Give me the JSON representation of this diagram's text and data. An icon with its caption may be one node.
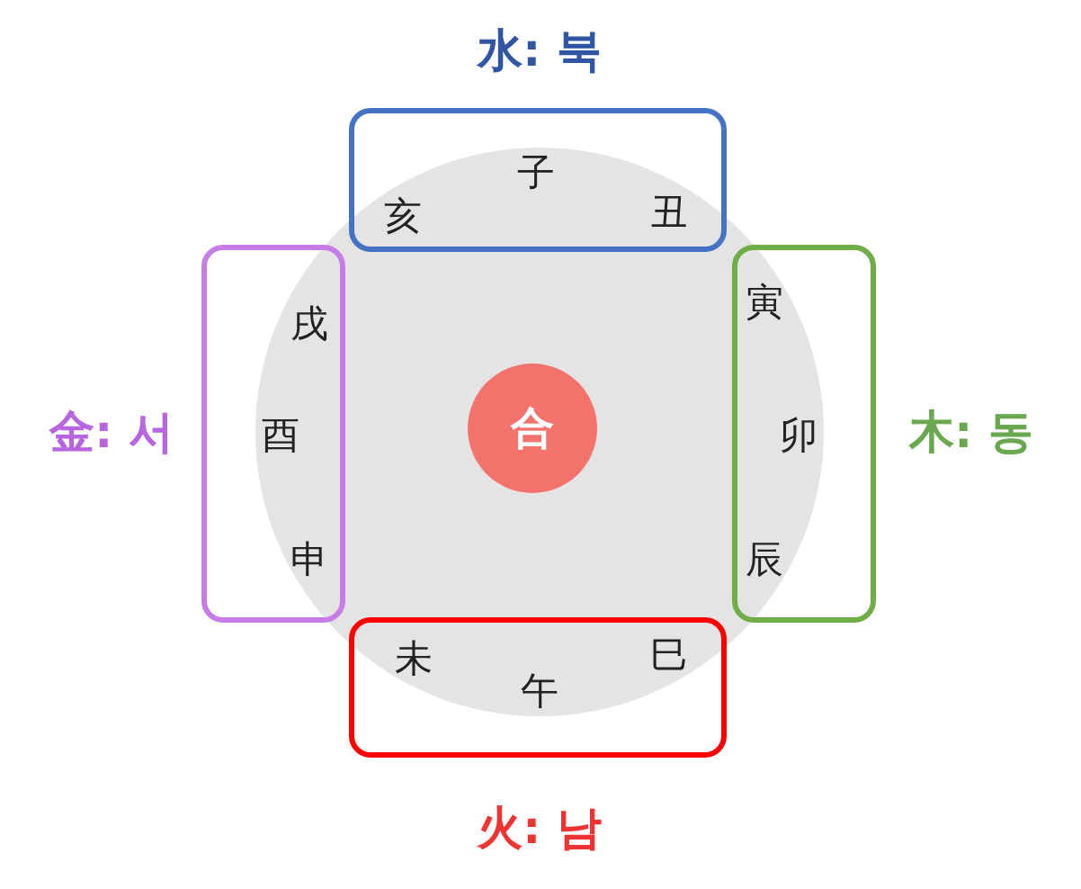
{
  "diagram": {
    "nodes": [
      {
        "text": [
          "水: 북",
          "亥",
          "子",
          "丑"
        ]
      },
      {
        "text": [
          "金: 서",
          "戌",
          "酉",
          "申"
        ]
      },
      {
        "text": [],
        "shape": "circle"
      },
      {
        "text": [
          "合"
        ],
        "in": 2
      },
      {
        "text": [
          "木: 동",
          "寅",
          "卯",
          "辰"
        ]
      },
      {
        "text": [
          "火: 남",
          "未",
          "午",
          "巳"
        ]
      }
    ],
    "edges": []
  }
}
